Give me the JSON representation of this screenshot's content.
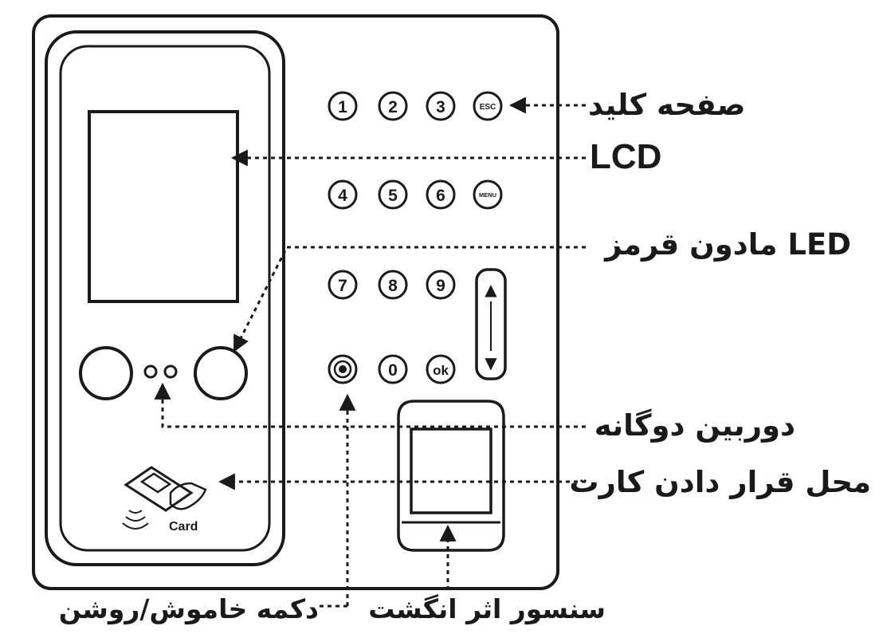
{
  "labels": {
    "keyboard": "صفحه کلید",
    "lcd": "LCD",
    "ir_led": "LED مادون قرمز",
    "dual_camera": "دوربین دوگانه",
    "card_location": "محل قرار دادن کارت",
    "fingerprint_sensor": "سنسور اثر انگشت",
    "power_button": "دکمه خاموش/روشن"
  },
  "keypad": {
    "row1": [
      "1",
      "2",
      "3",
      "ESC"
    ],
    "row2": [
      "4",
      "5",
      "6",
      "MENU"
    ],
    "row3": [
      "7",
      "8",
      "9"
    ],
    "row4": [
      "0",
      "ok"
    ],
    "scroll_up": "▲",
    "scroll_down": "▼"
  },
  "card_text": "Card",
  "colors": {
    "stroke": "#1a1a1a",
    "background": "#ffffff"
  }
}
